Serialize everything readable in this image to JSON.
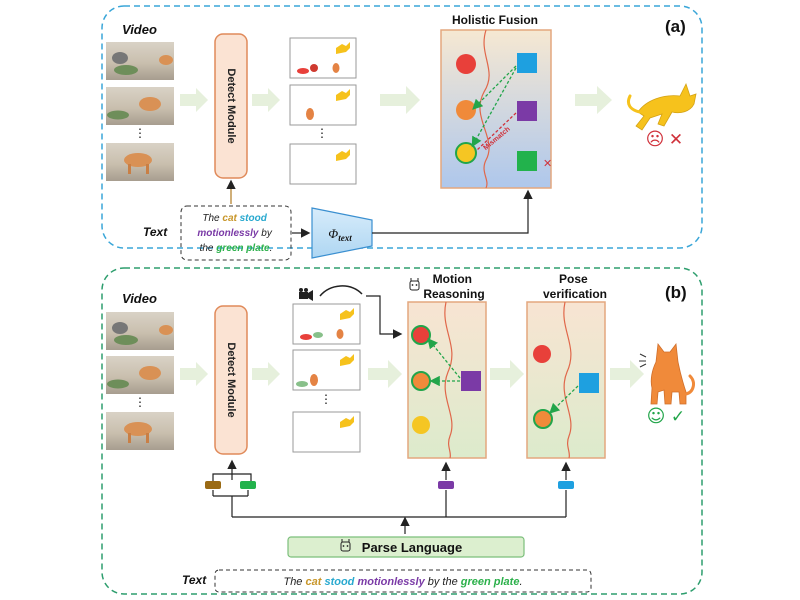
{
  "panel_a": {
    "tag": "(a)",
    "video_label": "Video",
    "ellipsis": "⋮",
    "detect_module": "Detect Module",
    "fusion_title": "Holistic Fusion",
    "mismatch": "Mismatch",
    "text_label": "Text",
    "text_query": [
      {
        "t": "The ",
        "c": "#222222"
      },
      {
        "t": "cat",
        "c": "#c8962a"
      },
      {
        "t": " stood",
        "c": "#29a9cf"
      },
      {
        "t": "motionlessly",
        "c": "#7a3aa6"
      },
      {
        "t": " by",
        "c": "#222222"
      },
      {
        "t": "the ",
        "c": "#222222"
      },
      {
        "t": "green plate",
        "c": "#2bb04a"
      },
      {
        "t": ".",
        "c": "#222222"
      }
    ],
    "encoder_symbol": "Φ",
    "encoder_subscript": "text",
    "result_face": "☹",
    "result_mark": "✕"
  },
  "panel_b": {
    "tag": "(b)",
    "video_label": "Video",
    "ellipsis": "⋮",
    "detect_module": "Detect Module",
    "motion_title_1": "Motion",
    "motion_title_2": "Reasoning",
    "pose_title_1": "Pose",
    "pose_title_2": "verification",
    "parse_language": "Parse Language",
    "text_label": "Text",
    "text_query": [
      {
        "t": "The ",
        "c": "#222222"
      },
      {
        "t": "cat",
        "c": "#c8962a"
      },
      {
        "t": " stood",
        "c": "#29a9cf"
      },
      {
        "t": " motionlessly",
        "c": "#7a3aa6"
      },
      {
        "t": " by the ",
        "c": "#222222"
      },
      {
        "t": "green plate",
        "c": "#2bb04a"
      },
      {
        "t": ".",
        "c": "#222222"
      }
    ],
    "result_face": "☺",
    "result_mark": "✓"
  },
  "colors": {
    "panel_a_border": "#3aa6d8",
    "panel_b_border": "#2e9e6e",
    "arrow_fill": "#e6f0dc",
    "detect_border": "#e08a5a",
    "detect_fill": "#fbe3d3",
    "red": "#e8403a",
    "orange": "#f08a3a",
    "yellow": "#f5c623",
    "blue": "#1ea0e0",
    "purple": "#7b3aa6",
    "green": "#22b24c",
    "cat": "#f6c21c",
    "cat_b": "#f08a3a",
    "mismatch": "#d0313a"
  }
}
